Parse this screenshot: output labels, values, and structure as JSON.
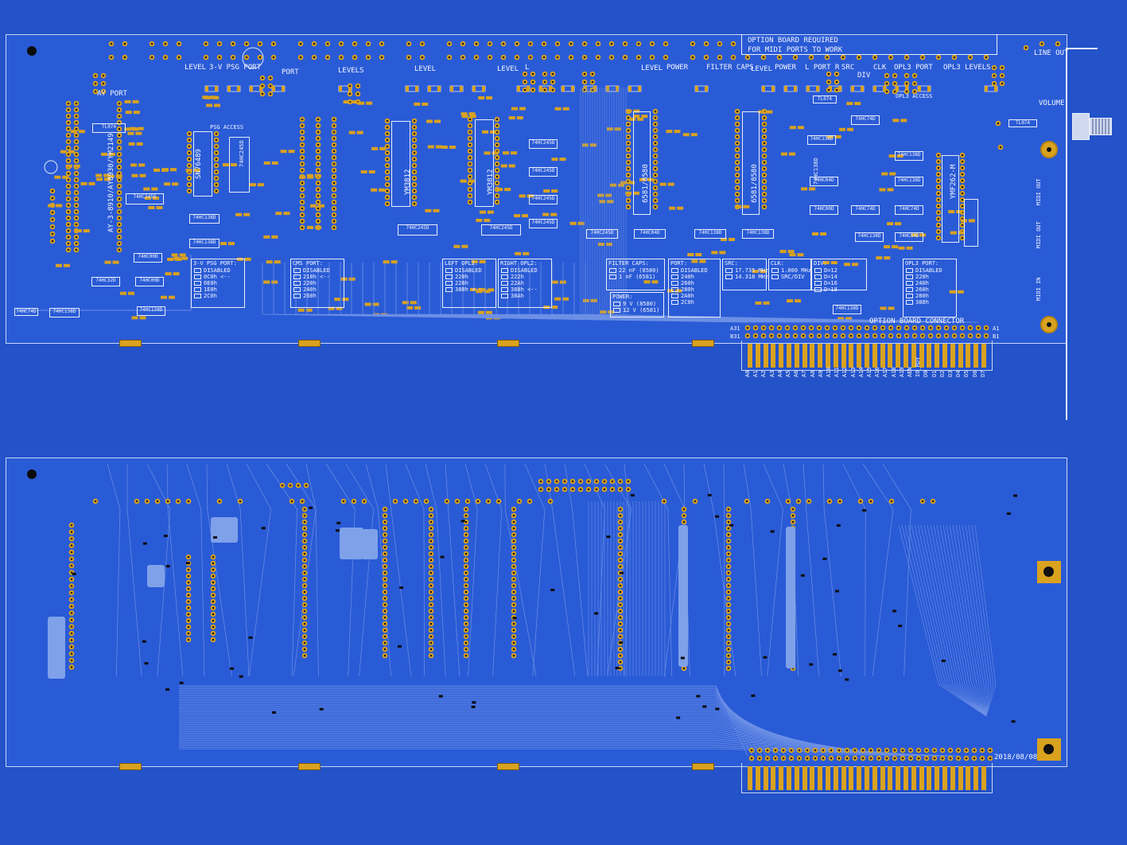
{
  "top_board": {
    "notice_line1": "OPTION BOARD REQUIRED",
    "notice_line2": "FOR MIDI PORTS TO WORK",
    "headers": {
      "level_3v": "LEVEL",
      "psg_port": "3-V PSG PORT",
      "port": "PORT",
      "levels": "LEVELS",
      "level_mid": "LEVEL",
      "level_left": "LEVEL",
      "l": "L",
      "level_sid1": "LEVEL",
      "power1": "POWER",
      "filter_caps": "FILTER CAPS",
      "level_sid2": "LEVEL",
      "power2": "POWER",
      "l_port_r": "L PORT R",
      "src": "SRC",
      "clk": "CLK",
      "div": "DIV",
      "opl3_port": "OPL3 PORT",
      "opl3_levels": "OPL3 LEVELS",
      "line_out": "LINE OUT",
      "volume": "VOLUME",
      "ay_port": "AY PORT",
      "psg_access": "PSG ACCESS",
      "opl3_access": "OPL3 ACCESS",
      "option_connector": "OPTION BOARD CONNECTOR",
      "midi_out": "MIDI OUT",
      "midi_in": "MIDI IN"
    },
    "vertical_labels": {
      "ay_chips": "AY-3-8910/AY8930/YM2149",
      "ym3812_a": "YM3812",
      "ym3812_b": "YM3812",
      "sid_a": "6581/8580",
      "sid_b": "6581/8580",
      "ymf262": "YMF262-M",
      "sn76489": "SN76489",
      "chip_74hc245": "74HC245D",
      "chip_74hc138": "74HC138D"
    },
    "chips": [
      "74HC245D",
      "74HC138D",
      "74HC138D",
      "74HC32D",
      "74HC00D",
      "74HC00D",
      "74HC138D",
      "74HC74D",
      "74HC138D",
      "74HC245D",
      "74HC245D",
      "74HC245D",
      "74HC245D",
      "74HC245D",
      "74HC245D",
      "74HC245D",
      "74HC04D",
      "74HC138D",
      "74HC138D",
      "74HC138D",
      "74HC04D",
      "74HC00D",
      "74HC74D",
      "74HC74D",
      "74HC138D",
      "74HC138D",
      "74HC138D",
      "74HC74D",
      "74HC04D",
      "74HC138D",
      "TL074",
      "TL074",
      "TL074"
    ],
    "jumper_blocks": {
      "psg": {
        "title": "3-V PSG PORT:",
        "options": [
          "DISABLED",
          "0C0h <--",
          "0E0h",
          "1E0h",
          "2C0h"
        ]
      },
      "cms": {
        "title": "CMS PORT:",
        "options": [
          "DISABLED",
          "210h <--",
          "220h",
          "240h",
          "260h"
        ]
      },
      "left_opl2": {
        "title": "LEFT OPL2:",
        "options": [
          "DISABLED",
          "220h",
          "228h",
          "388h <--"
        ]
      },
      "right_opl2": {
        "title": "RIGHT OPL2:",
        "options": [
          "DISABLED",
          "222h",
          "22Ah",
          "388h <--",
          "38Ah"
        ]
      },
      "filter_caps": {
        "title": "FILTER CAPS:",
        "options": [
          "22 nF (8580)",
          "1 nF (6581)"
        ]
      },
      "power": {
        "title": "POWER:",
        "options": [
          "9 V (8580)",
          "12 V (6581)"
        ]
      },
      "port": {
        "title": "PORT:",
        "options": [
          "DISABLED",
          "240h",
          "260h",
          "280h",
          "2A0h",
          "2C0h"
        ]
      },
      "src": {
        "title": "SRC:",
        "options": [
          "17.735 MHz",
          "14.318 MHz"
        ]
      },
      "clk": {
        "title": "CLK:",
        "options": [
          "1.000 MHz",
          "SRC/DIV"
        ]
      },
      "div": {
        "title": "DIV:",
        "options": [
          "D=12",
          "D=14",
          "D=16",
          "D=18"
        ]
      },
      "opl3": {
        "title": "OPL3 PORT:",
        "options": [
          "DISABLED",
          "220h",
          "240h",
          "260h",
          "280h",
          "388h"
        ]
      }
    },
    "edge_pins": [
      "A0",
      "A1",
      "A2",
      "A3",
      "A4",
      "A5",
      "A6",
      "A7",
      "A8",
      "A9",
      "A10",
      "A11",
      "A12",
      "A13",
      "A14",
      "A15",
      "A16",
      "A17",
      "A18",
      "A19",
      "AEN",
      "IO_RDY",
      "D0",
      "D1",
      "D2",
      "D3",
      "D4",
      "D5",
      "D6",
      "D7"
    ],
    "pin_marks": [
      "A31",
      "B31",
      "A1",
      "B1"
    ]
  },
  "bottom_board": {
    "date": "2018/08/08"
  },
  "colors": {
    "background": "#2352c9",
    "pad": "#d9a21f",
    "silkscreen": "#f4f6ff",
    "hole": "#0b0b0b"
  }
}
